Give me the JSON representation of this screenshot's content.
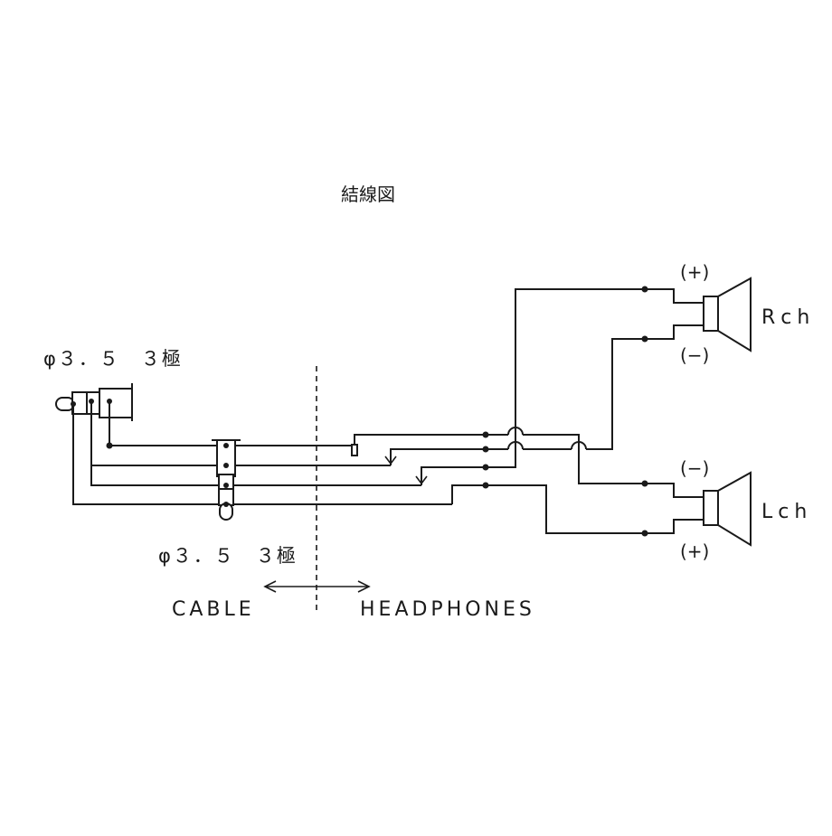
{
  "diagram": {
    "title": "結線図",
    "jack_top_label": "φ３．５　３極",
    "jack_mid_label": "φ３．５　３極",
    "cable_label": "CABLE",
    "headphones_label": "HEADPHONES",
    "rch_label": "Rch",
    "lch_label": "Lch",
    "rch_plus_label": "(+)",
    "rch_minus_label": "(−)",
    "lch_minus_label": "(−)",
    "lch_plus_label": "(+)"
  }
}
